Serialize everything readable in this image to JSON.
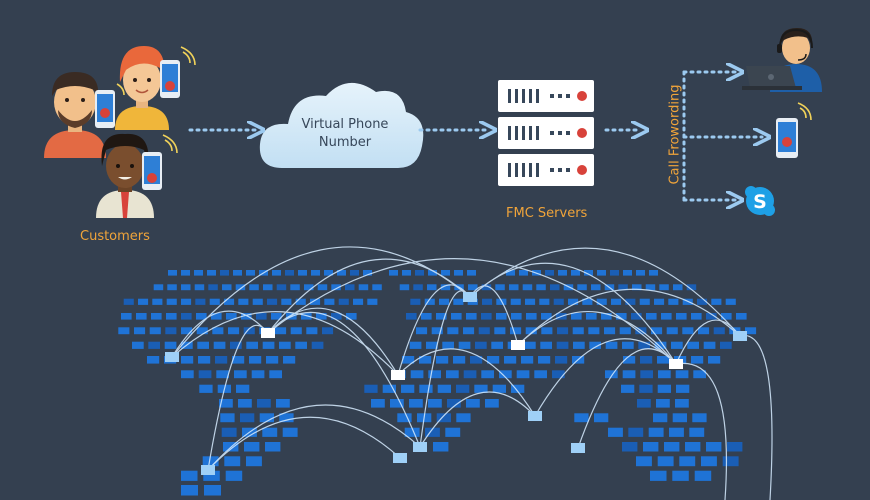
{
  "labels": {
    "customers": "Customers",
    "cloud_line1": "Virtual Phone",
    "cloud_line2": "Number",
    "servers": "FMC Servers",
    "call_forwarding": "Call Frowording"
  },
  "colors": {
    "background": "#344050",
    "accent_orange": "#f0a43a",
    "cloud_fill": "#cfe6f6",
    "map_tile": "#1f73d6",
    "map_tile_dark": "#1a5eb5",
    "arc": "#d7ecff",
    "dotted_arrow": "#9ccaf0",
    "server_body": "#ffffff",
    "server_led": "#d8423a",
    "phone_screen": "#2e7fd6",
    "skype_blue": "#1ea0e6"
  },
  "icons": {
    "customers": "customer-avatars-icon",
    "cloud": "cloud-icon",
    "servers": "server-rack-icon",
    "agent": "call-center-agent-icon",
    "mobile": "mobile-phone-icon",
    "skype": "skype-icon",
    "map": "world-map-icon"
  }
}
